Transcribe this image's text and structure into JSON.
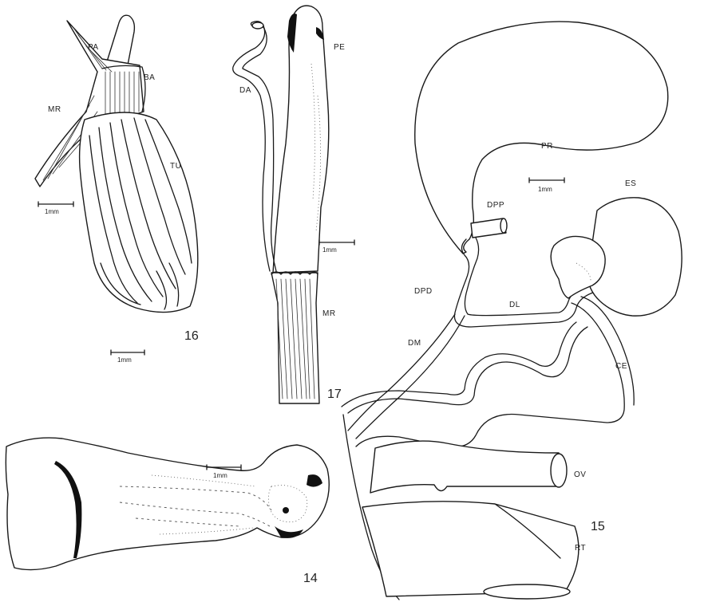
{
  "figures": {
    "fig14": {
      "number": "14",
      "scale": "1mm"
    },
    "fig15": {
      "number": "15",
      "scale": "1mm",
      "labels": {
        "pr": "PR",
        "es": "ES",
        "dpp": "DPP",
        "dpd": "DPD",
        "dl": "DL",
        "dm": "DM",
        "ce": "CE",
        "ov": "OV",
        "rt": "RT"
      }
    },
    "fig16": {
      "number": "16",
      "scale_upper": "1mm",
      "scale_lower": "1mm",
      "labels": {
        "pa": "PA",
        "ba": "BA",
        "mr": "MR",
        "tu": "TU"
      }
    },
    "fig17": {
      "number": "17",
      "scale": "1mm",
      "labels": {
        "da": "DA",
        "pe": "PE",
        "mr": "MR"
      }
    }
  }
}
